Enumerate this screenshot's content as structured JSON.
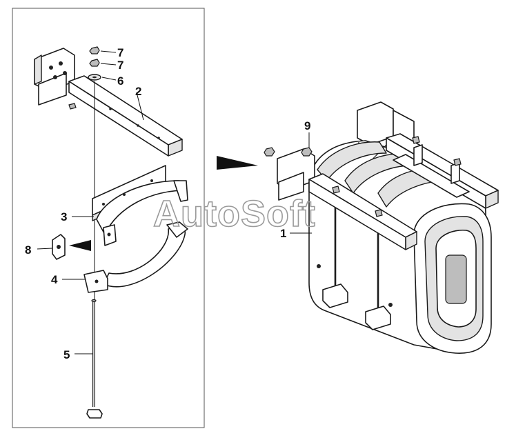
{
  "callouts": {
    "c1": "1",
    "c2": "2",
    "c3": "3",
    "c4": "4",
    "c5": "5",
    "c6": "6",
    "c7a": "7",
    "c7b": "7",
    "c8": "8",
    "c9": "9"
  },
  "watermark": "AutoSoft"
}
